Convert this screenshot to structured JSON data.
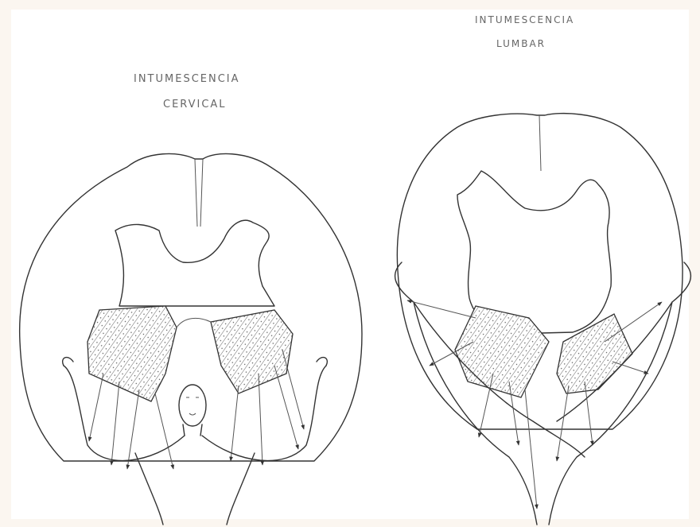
{
  "labels": {
    "cervical": {
      "line1": "INTUMESCENCIA",
      "line2": "CERVICAL"
    },
    "lumbar": {
      "line1": "INTUMESCENCIA",
      "line2": "LUMBAR"
    }
  },
  "colors": {
    "ink": "#333333",
    "background": "#fbf6f0",
    "panel": "#ffffff"
  }
}
